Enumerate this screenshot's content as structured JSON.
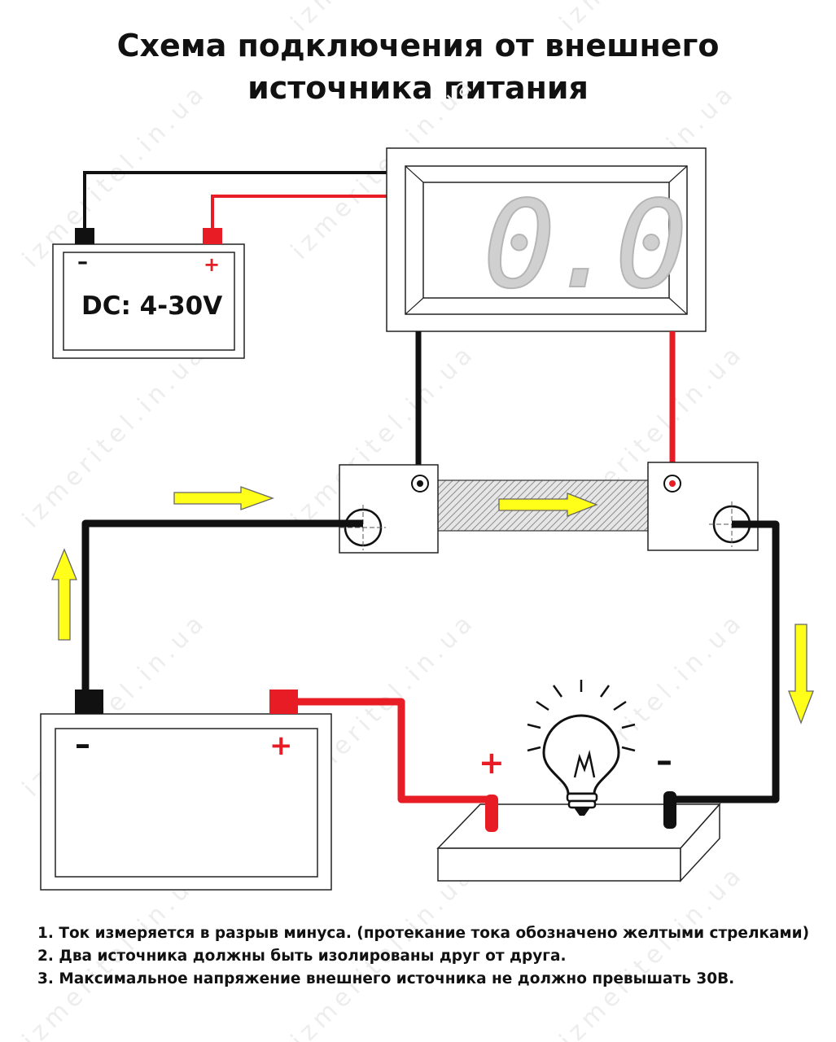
{
  "title": {
    "line1": "Схема подключения от внешнего",
    "line2": "источника питания"
  },
  "watermark": "izmeritel.in.ua",
  "external_supply": {
    "minus_label": "–",
    "plus_label": "+",
    "voltage_label": "DC: 4-30V"
  },
  "meter": {
    "display_value": "0.0",
    "display_color": "#c8c8c8"
  },
  "battery": {
    "minus_label": "–",
    "plus_label": "+"
  },
  "lamp": {
    "plus_label": "+",
    "minus_label": "–"
  },
  "notes": [
    "1. Ток измеряется в разрыв минуса. (протекание тока обозначено желтыми стрелками)",
    "2. Два источника должны быть изолированы друг от друга.",
    "3. Максимальное напряжение внешнего источника не должно превышать 30В."
  ],
  "colors": {
    "wire_black": "#111111",
    "wire_red": "#e81c24",
    "arrow_yellow": "#ffff1a",
    "terminal_red": "#e81c24"
  }
}
